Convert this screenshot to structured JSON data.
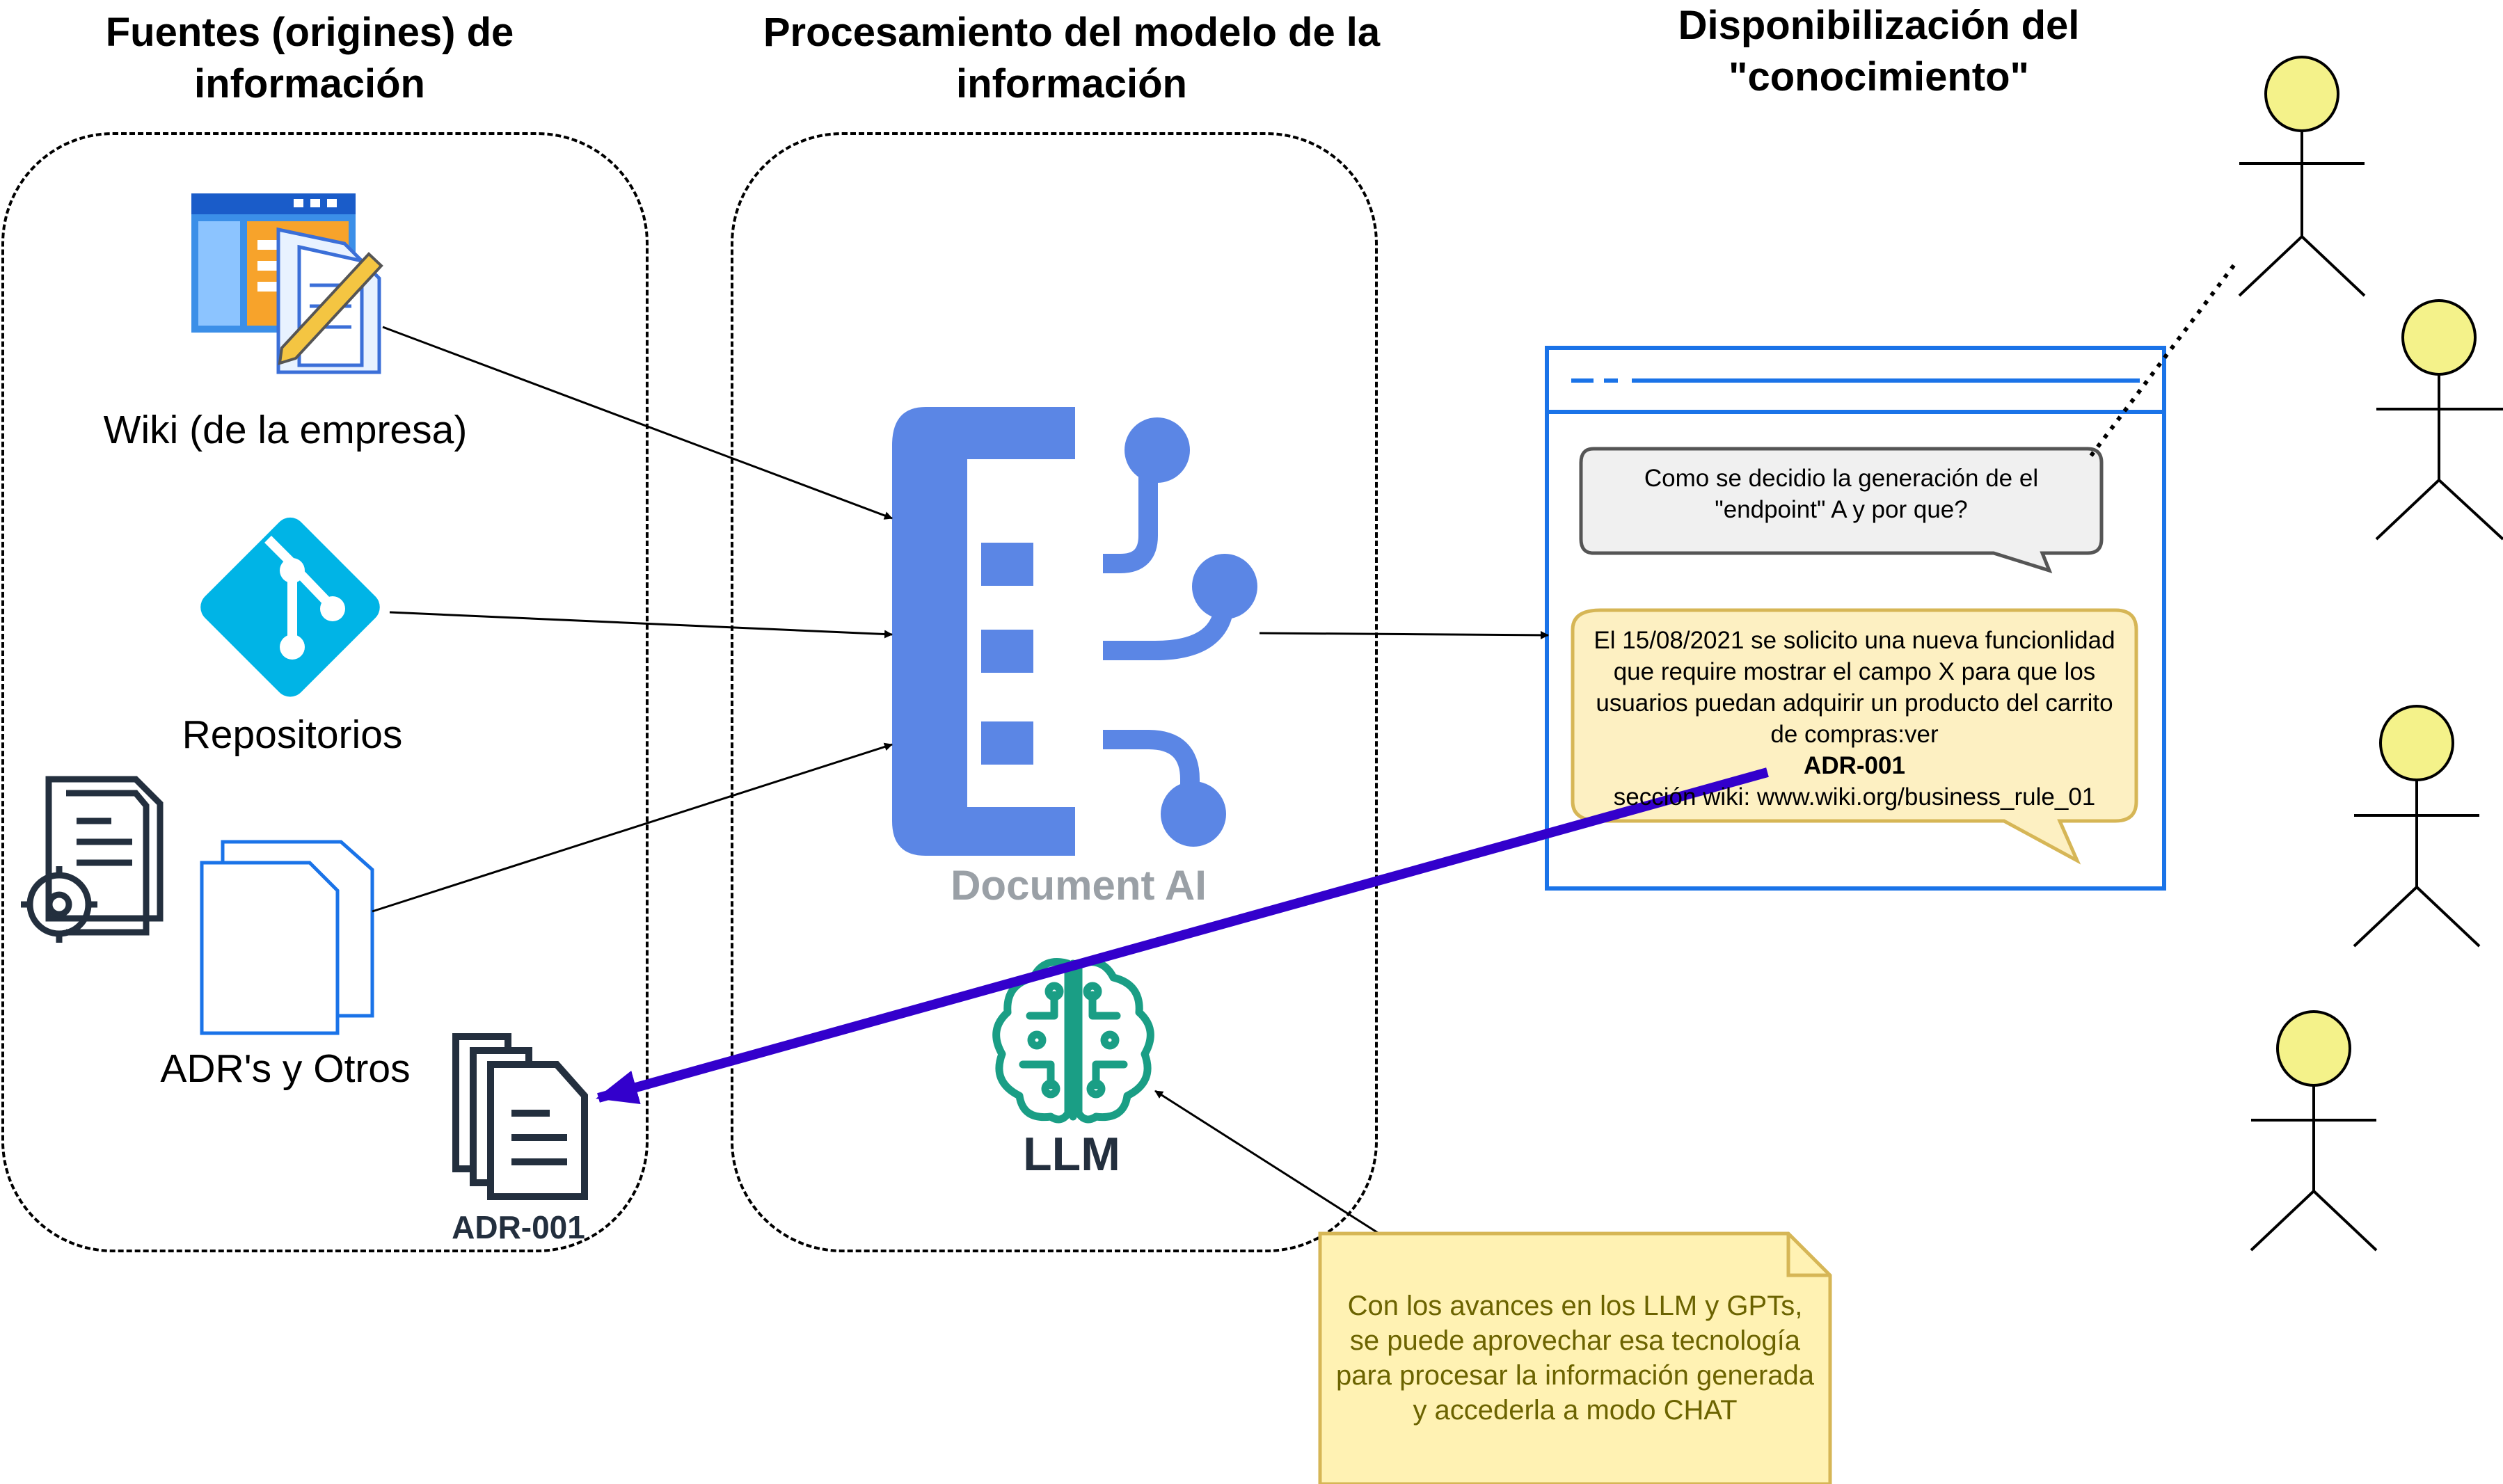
{
  "columns": {
    "sources": "Fuentes (origines) de\ninformación",
    "processing": "Procesamiento del modelo de la\ninformación",
    "availability": "Disponibilización del\n\"conocimiento\""
  },
  "sources": {
    "wiki": "Wiki (de la empresa)",
    "repos": "Repositorios",
    "adrs": "ADR's y Otros",
    "adr_doc": "ADR-001"
  },
  "processing": {
    "document_ai": "Document AI",
    "llm": "LLM"
  },
  "chat": {
    "question": "Como se decidio la generación de el\n\"endpoint\" A y por que?",
    "answer_intro": "El 15/08/2021 se solicito una nueva funcionlidad\nque require mostrar el campo X para que los\nusuarios puedan adquirir un producto del carrito\nde compras:ver",
    "answer_ref": "ADR-001",
    "answer_link": "sección wiki: www.wiki.org/business_rule_01"
  },
  "note": "Con los avances en los LLM y GPTs,\nse puede aprovechar esa tecnología\npara procesar la información generada\ny accederla a modo CHAT",
  "colors": {
    "document_ai_blue": "#5b86e5",
    "llm_teal": "#1a9e85",
    "chat_border": "#1a73e8",
    "answer_bubble": "#fdf0c2",
    "note_fill": "#fff2b3",
    "return_arrow": "#3300cc",
    "actor_head": "#f4f28a"
  }
}
